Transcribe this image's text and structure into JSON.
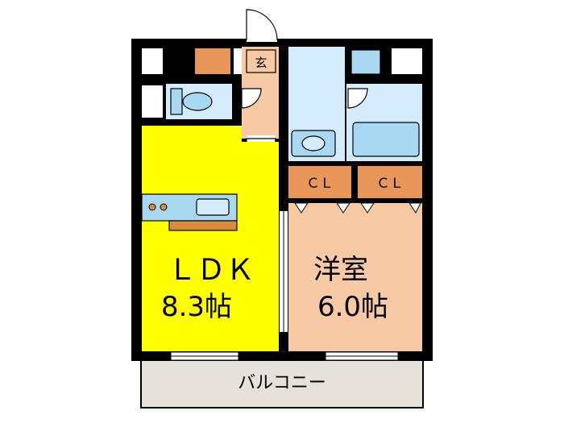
{
  "colors": {
    "wall": "#000000",
    "ldk": "#ffff00",
    "western_room": "#f7c9a4",
    "closet": "#e9965a",
    "bath": "#d4ecfb",
    "fixture": "#a9d8f3",
    "balcony": "#e6e2d9",
    "counter": "#d98a3a"
  },
  "rooms": {
    "ldk": {
      "name": "ＬＤＫ",
      "size": "8.3帖"
    },
    "western": {
      "name": "洋室",
      "size": "6.0帖"
    },
    "closet_left": {
      "label": "ＣＬ"
    },
    "closet_right": {
      "label": "ＣＬ"
    },
    "entrance": {
      "label": "玄"
    },
    "balcony": {
      "label": "バルコニー"
    }
  }
}
